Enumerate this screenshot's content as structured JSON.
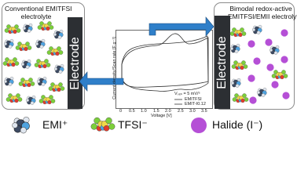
{
  "left_panel": {
    "title_line1": "Conventional EMITFSI",
    "title_line2": "electrolyte"
  },
  "right_panel": {
    "title_line1": "Bimodal redox-active",
    "title_line2": "EMITFSI/EMII electrolyte"
  },
  "electrode_label": "Electrode",
  "cv_plot": {
    "ylabel": "Current density/Scan rate [F g⁻¹]",
    "xlabel": "Voltage [V]",
    "xticks": [
      "0",
      "0.5",
      "1.0",
      "1.5",
      "2.0",
      "2.5",
      "3.0",
      "3.5"
    ],
    "scan_note": "Vₛₑₙ = 5 mV/ˢ",
    "legend": [
      "EMITFSI",
      "EMIT-I0.12"
    ]
  },
  "key": {
    "emi_label": "EMI⁺",
    "tfsi_label": "TFSI⁻",
    "halide_label": "Halide (I⁻)"
  },
  "colors": {
    "electrode": "#2c2f33",
    "halide": "#b54fd6",
    "tfsi_green": "#7ccf3a",
    "tfsi_yellow": "#f0d84a",
    "tfsi_red": "#e23a2a",
    "emi_dark": "#3d4b63",
    "emi_blue": "#4fa3e0",
    "arrow": "#2f7fc9"
  }
}
